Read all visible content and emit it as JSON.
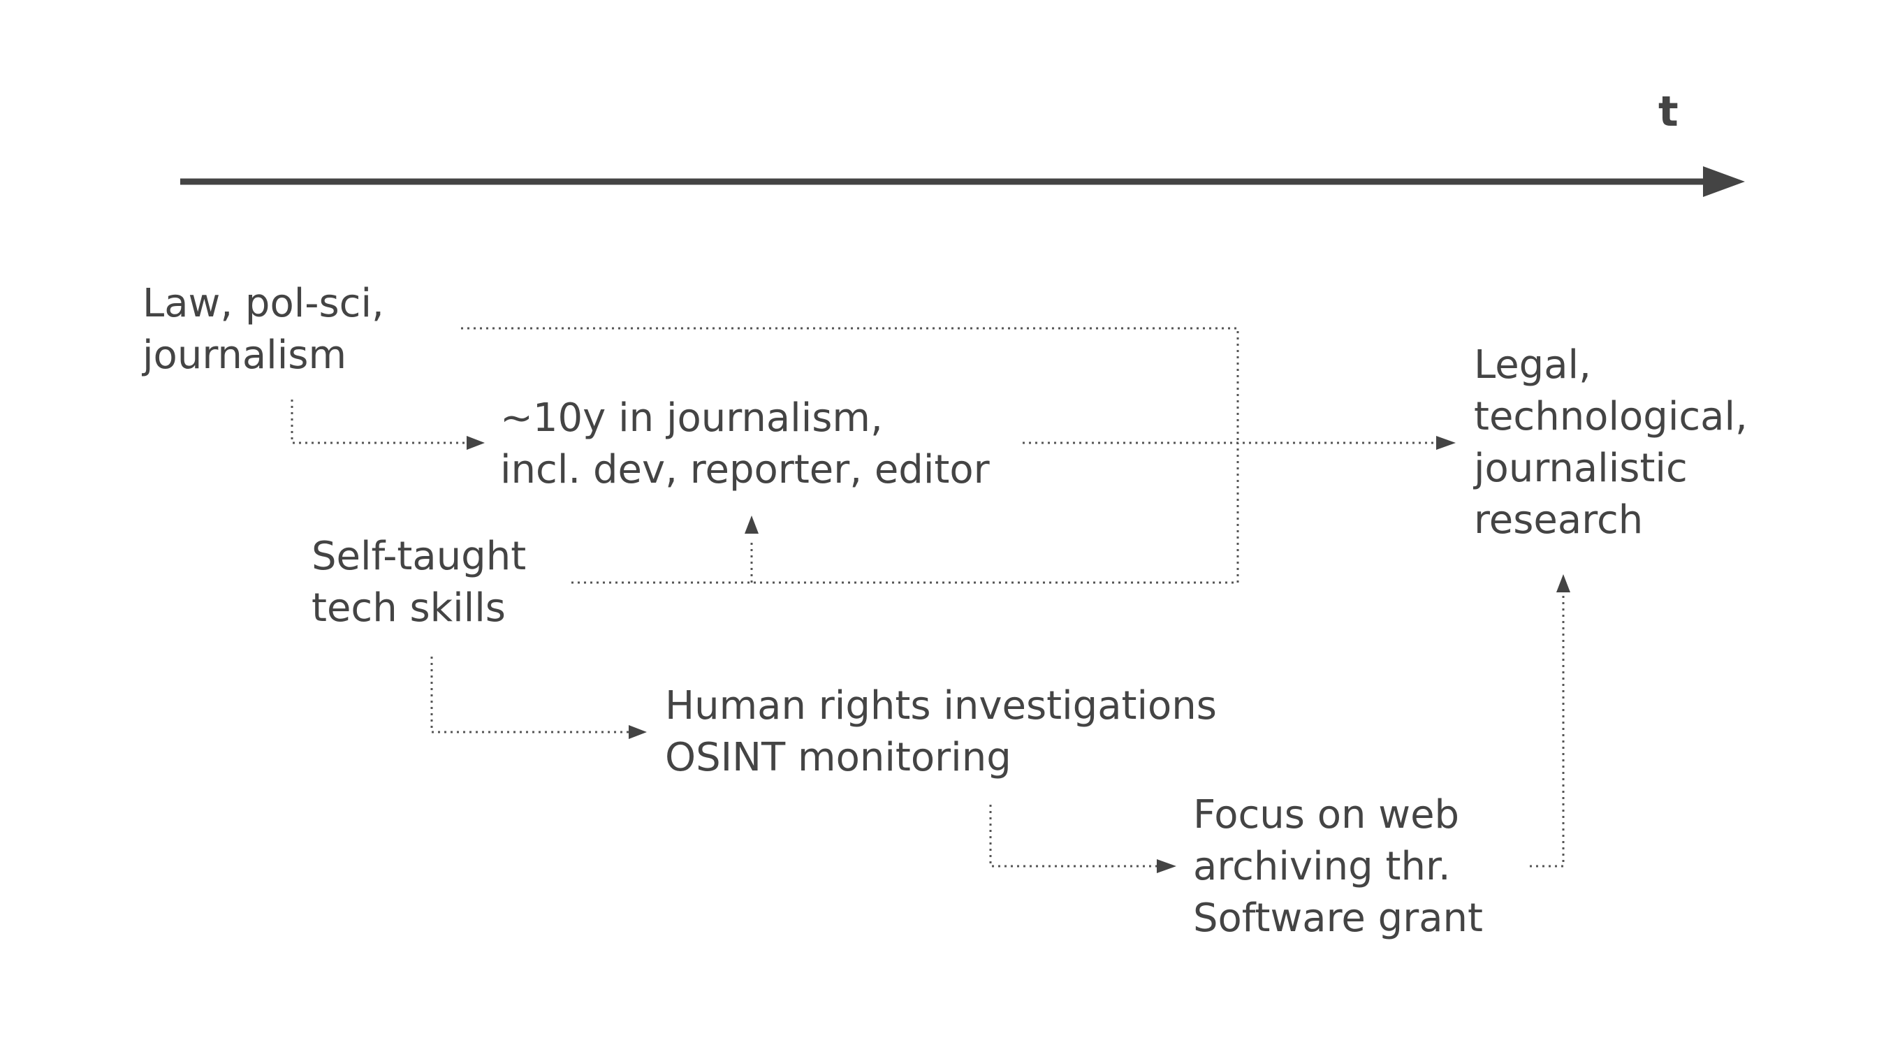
{
  "timeline": {
    "axis_label": "t"
  },
  "nodes": {
    "education": {
      "lines": [
        "Law, pol-sci,",
        "journalism"
      ]
    },
    "journalism": {
      "lines": [
        "~10y  in journalism,",
        "incl. dev, reporter, editor"
      ]
    },
    "tech_skills": {
      "lines": [
        "Self-taught",
        "tech skills"
      ]
    },
    "human_rights": {
      "lines": [
        "Human rights investigations",
        "OSINT monitoring"
      ]
    },
    "web_archiving": {
      "lines": [
        "Focus on web",
        "archiving thr.",
        "Software grant"
      ]
    },
    "research": {
      "lines": [
        "Legal,",
        "technological,",
        "journalistic",
        "research"
      ]
    }
  },
  "colors": {
    "ink": "#444444",
    "connector": "#555555",
    "background": "#ffffff"
  }
}
